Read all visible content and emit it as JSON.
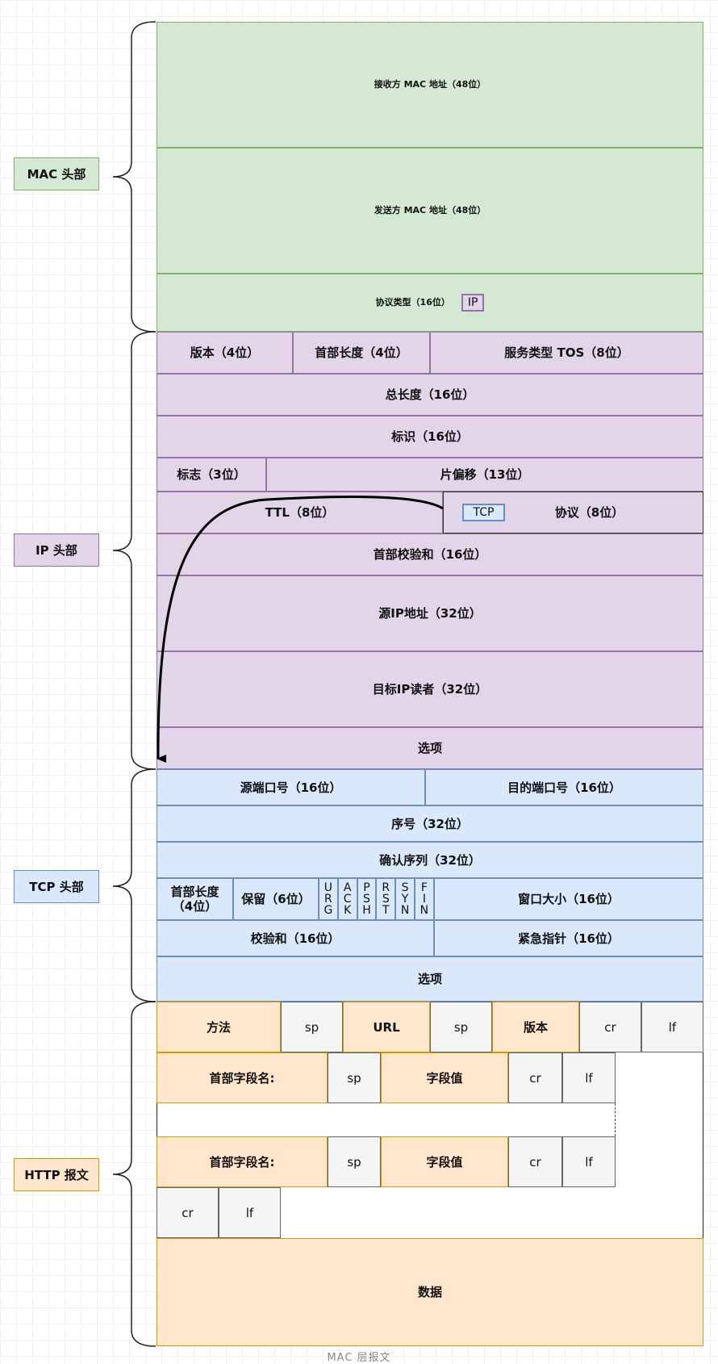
{
  "labels": {
    "mac": "MAC 头部",
    "ip": "IP 头部",
    "tcp": "TCP 头部",
    "http": "HTTP 报文"
  },
  "mac": {
    "dst": "接收方 MAC 地址（48位）",
    "src": "发送方 MAC 地址（48位）",
    "type": "协议类型（16位）",
    "type_value": "IP"
  },
  "ip": {
    "version": "版本（4位）",
    "ihl": "首部长度（4位）",
    "tos": "服务类型 TOS（8位）",
    "total_length": "总长度（16位）",
    "id": "标识（16位）",
    "flags": "标志（3位）",
    "offset": "片偏移（13位）",
    "ttl": "TTL（8位）",
    "protocol": "协议（8位）",
    "protocol_value": "TCP",
    "checksum": "首部校验和（16位）",
    "src": "源IP地址（32位）",
    "dst": "目标IP读者（32位）",
    "options": "选项"
  },
  "tcp": {
    "src_port": "源端口号（16位）",
    "dst_port": "目的端口号（16位）",
    "seq": "序号（32位）",
    "ack": "确认序列（32位）",
    "offset": "首部长度（4位）",
    "reserved": "保留（6位）",
    "flags": [
      [
        "U",
        "R",
        "G"
      ],
      [
        "A",
        "C",
        "K"
      ],
      [
        "P",
        "S",
        "H"
      ],
      [
        "R",
        "S",
        "T"
      ],
      [
        "S",
        "Y",
        "N"
      ],
      [
        "F",
        "I",
        "N"
      ]
    ],
    "window": "窗口大小（16位）",
    "checksum": "校验和（16位）",
    "urgent": "紧急指针（16位）",
    "options": "选项"
  },
  "http": {
    "method": "方法",
    "sp": "sp",
    "url": "URL",
    "version": "版本",
    "cr": "cr",
    "lf": "lf",
    "header_name": "首部字段名:",
    "header_value": "字段值",
    "data": "数据"
  },
  "footer": "MAC 层报文"
}
